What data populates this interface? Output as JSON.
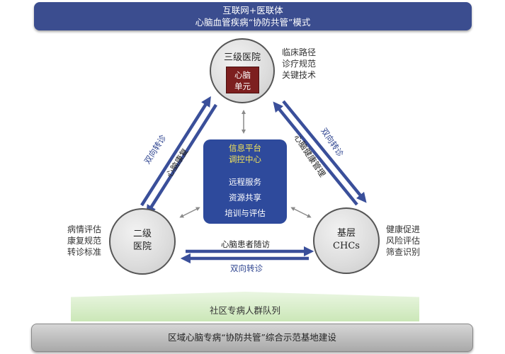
{
  "header": {
    "line1": "互联网+医联体",
    "line2": "心脑血管疾病“协防共管”模式"
  },
  "nodes": {
    "top": {
      "label": "三级医院",
      "unit_label": "心脑\n单元"
    },
    "left": {
      "label": "二级\n医院"
    },
    "right": {
      "label": "基层\nCHCs"
    }
  },
  "center": {
    "title_line1": "信息平台",
    "title_line2": "调控中心",
    "services": [
      "远程服务",
      "资源共享",
      "培训与评估"
    ]
  },
  "side_texts": {
    "top_right": [
      "临床路径",
      "诊疗规范",
      "关键技术"
    ],
    "left": [
      "病情评估",
      "康复规范",
      "转诊标准"
    ],
    "right": [
      "健康促进",
      "风险评估",
      "筛查识别"
    ]
  },
  "arrow_labels": {
    "left_outer": "双向转诊",
    "left_inner": "心脑康复",
    "right_outer": "双向转诊",
    "right_inner": "心脑健康管理",
    "bottom_top": "心脑患者随访",
    "bottom_bottom": "双向转诊"
  },
  "footer": {
    "community": "社区专病人群队列",
    "regional": "区域心脑专病“协防共管”综合示范基地建设"
  },
  "colors": {
    "banner": "#3b4d8f",
    "center_box": "#2e4a9c",
    "center_title": "#f1e35a",
    "unit": "#7d1f1f",
    "arrow_blue": "#3a4f9a",
    "arrow_grey": "#8a8a8a",
    "community": "#d6edc6"
  }
}
